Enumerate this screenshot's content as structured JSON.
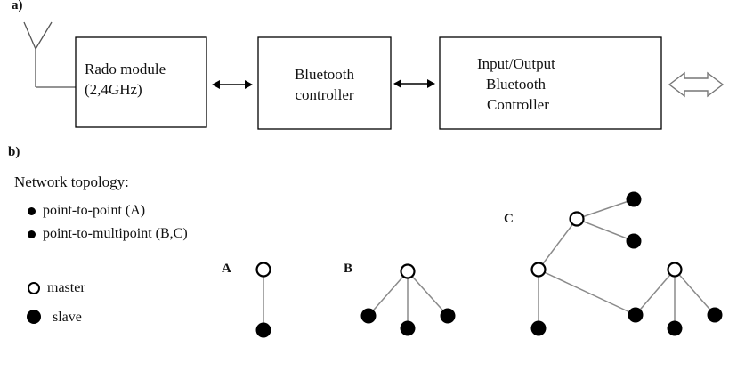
{
  "part_a_label": "a)",
  "part_b_label": "b)",
  "blocks": [
    {
      "lines": [
        "Rado module",
        "(2,4GHz)"
      ]
    },
    {
      "lines": [
        "Bluetooth",
        "controller"
      ]
    },
    {
      "lines": [
        "Input/Output",
        "Bluetooth",
        "Controller"
      ]
    }
  ],
  "topology_heading": "Network topology:",
  "topology_items": [
    "point-to-point (A)",
    "point-to-multipoint (B,C)"
  ],
  "legend": {
    "master": "master",
    "slave": "slave"
  },
  "network_labels": {
    "a": "A",
    "b": "B",
    "c": "C"
  },
  "colors": {
    "line": "#000000",
    "edge": "#8a8a8a",
    "arrow_outline": "#777777"
  }
}
